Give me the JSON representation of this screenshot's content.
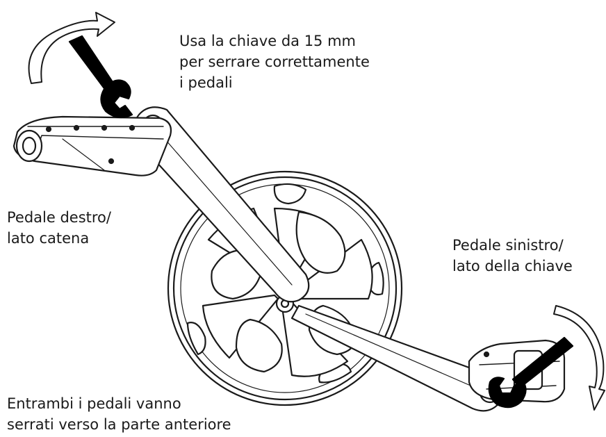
{
  "labels": {
    "wrench_instruction": [
      "Usa la chiave da 15 mm",
      "per serrare correttamente",
      "i pedali"
    ],
    "right_pedal": [
      "Pedale destro/",
      "lato catena"
    ],
    "left_pedal": [
      "Pedale sinistro/",
      "lato della chiave"
    ],
    "both_pedals": [
      "Entrambi i pedali vanno",
      "serrati verso la parte anteriore"
    ]
  },
  "icons": [
    "curved-arrow-clockwise-icon",
    "wrench-icon",
    "curved-arrow-down-icon"
  ],
  "colors": {
    "line": "#1a1a1a",
    "wrench": "#000000",
    "text": "#1a1a1a",
    "background": "#ffffff"
  }
}
